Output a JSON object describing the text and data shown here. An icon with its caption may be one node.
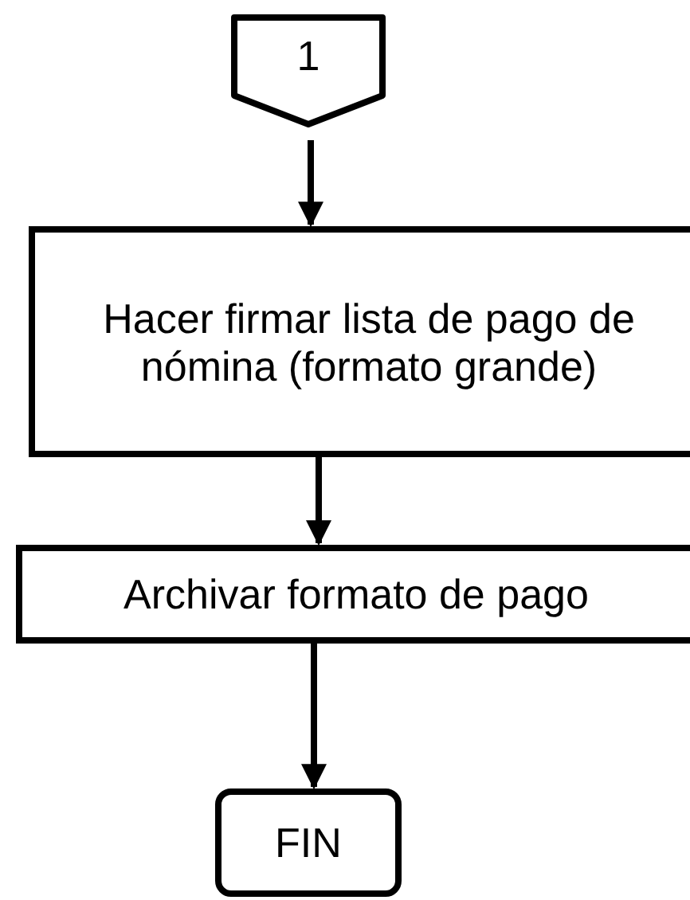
{
  "diagram": {
    "nodes": [
      {
        "text": [
          "1"
        ]
      },
      {
        "text": [
          "Hacer firmar lista de pago de nómina (formato grande)"
        ]
      },
      {
        "text": [
          "Archivar formato de pago"
        ]
      },
      {
        "text": [
          "FIN"
        ]
      }
    ],
    "edges": [
      {
        "from": 0,
        "to": 1,
        "arrow": "to"
      },
      {
        "from": 1,
        "to": 2,
        "arrow": "to"
      },
      {
        "from": 2,
        "to": 3,
        "arrow": "to"
      }
    ]
  }
}
